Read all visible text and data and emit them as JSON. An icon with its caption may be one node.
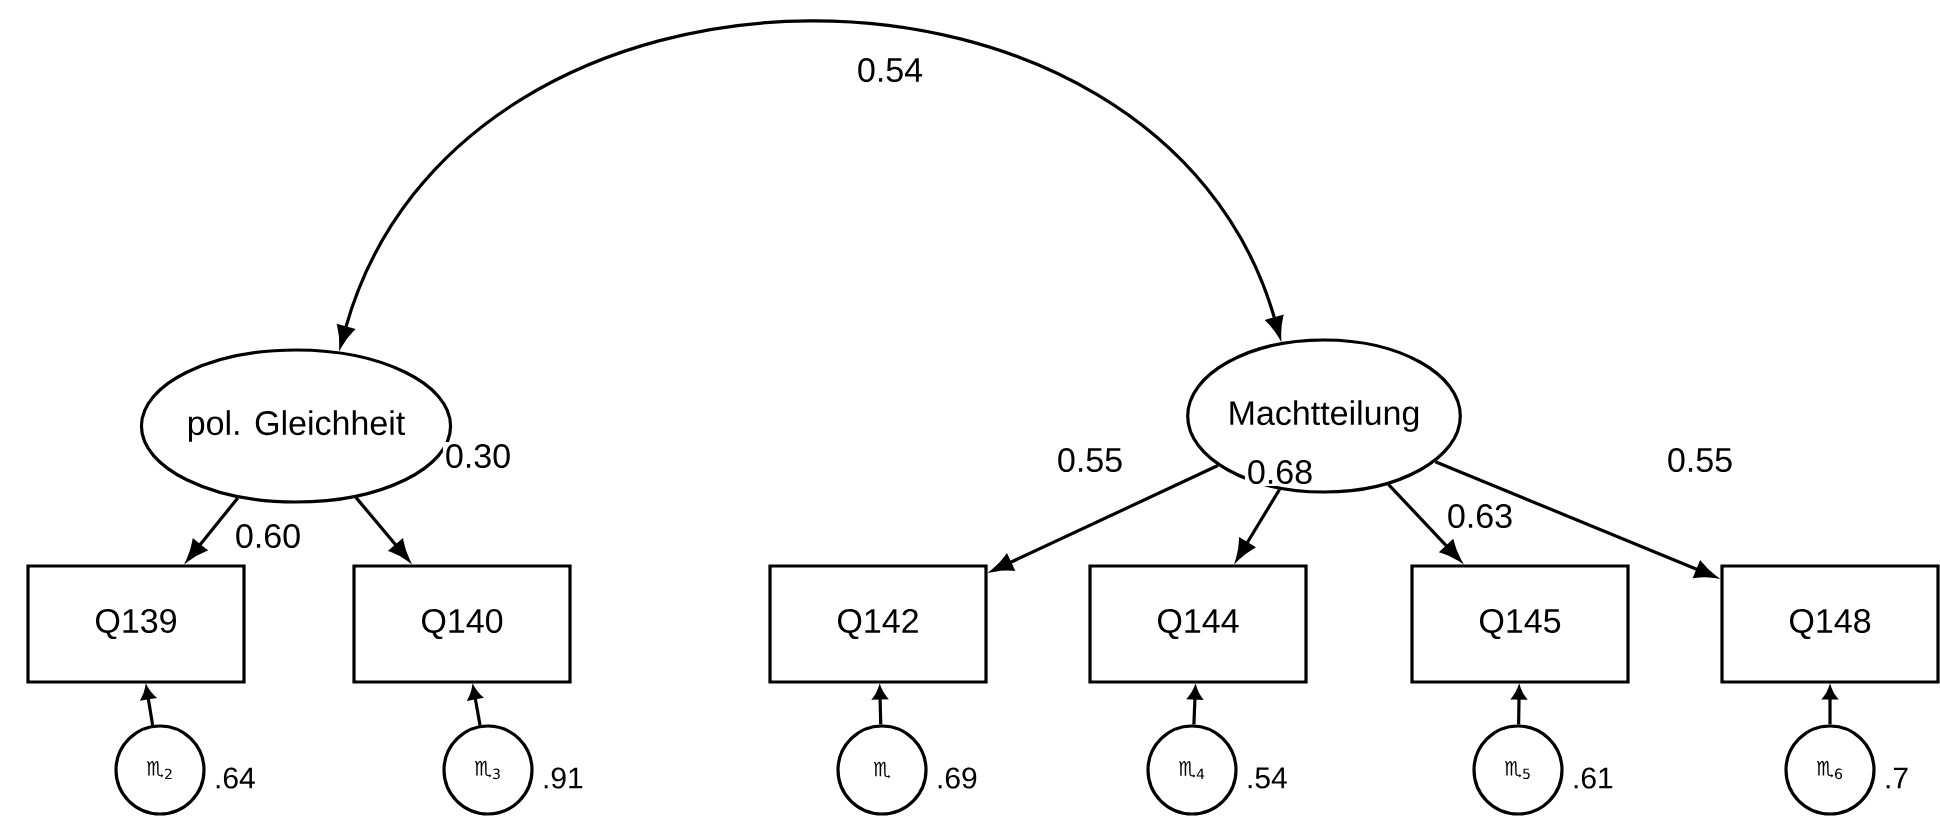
{
  "diagram": {
    "nodes": [
      {
        "text": [
          "pol. Gleichheit"
        ]
      },
      {
        "text": [
          "Machtteilung"
        ]
      },
      {
        "text": [
          "Q139"
        ]
      },
      {
        "text": [
          "Q140"
        ]
      },
      {
        "text": [
          "Q142"
        ]
      },
      {
        "text": [
          "Q144"
        ]
      },
      {
        "text": [
          "Q145"
        ]
      },
      {
        "text": [
          "Q148"
        ]
      },
      {
        "text": [
          "♏$_{2}$"
        ],
        "beside": [
          ".64"
        ]
      },
      {
        "text": [
          "♏$_{3}$"
        ],
        "beside": [
          ".91"
        ]
      },
      {
        "text": [
          "♏"
        ],
        "beside": [
          ".69"
        ]
      },
      {
        "text": [
          "♏$_{4}$"
        ],
        "beside": [
          ".54"
        ]
      },
      {
        "text": [
          "♏$_{5}$"
        ],
        "beside": [
          ".61"
        ]
      },
      {
        "text": [
          "♏$_{6}$"
        ],
        "beside": [
          ".7"
        ]
      }
    ],
    "edges": [
      {
        "from": 0,
        "to": 1,
        "arrow": "both",
        "label": "0.54"
      },
      {
        "from": 0,
        "to": 2,
        "arrow": "to",
        "label": "0.60"
      },
      {
        "from": 0,
        "to": 3,
        "arrow": "to",
        "label": "0.30"
      },
      {
        "from": 1,
        "to": 4,
        "arrow": "to",
        "label": "0.55"
      },
      {
        "from": 1,
        "to": 5,
        "arrow": "to",
        "label": "0.68"
      },
      {
        "from": 1,
        "to": 6,
        "arrow": "to",
        "label": "0.63"
      },
      {
        "from": 1,
        "to": 7,
        "arrow": "to",
        "label": "0.55"
      },
      {
        "from": 8,
        "to": 2,
        "arrow": "to"
      },
      {
        "from": 9,
        "to": 3,
        "arrow": "to"
      },
      {
        "from": 10,
        "to": 4,
        "arrow": "to"
      },
      {
        "from": 11,
        "to": 5,
        "arrow": "to"
      },
      {
        "from": 12,
        "to": 6,
        "arrow": "to"
      },
      {
        "from": 13,
        "to": 7,
        "arrow": "to"
      }
    ]
  }
}
